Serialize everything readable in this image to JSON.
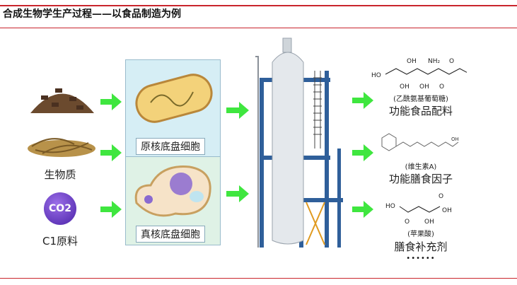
{
  "title": "合成生物学生产过程——以食品制造为例",
  "inputs": {
    "biomass": "生物质",
    "c1": "C1原料",
    "co2": "CO2"
  },
  "cells": {
    "prokaryote": "原核底盘细胞",
    "eukaryote": "真核底盘细胞"
  },
  "products": [
    {
      "compound": "(乙酰氨基葡萄糖)",
      "category": "功能食品配料"
    },
    {
      "compound": "(维生素A)",
      "category": "功能膳食因子"
    },
    {
      "compound": "(苹果酸)",
      "category": "膳食补充剂"
    }
  ],
  "ellipsis": "••••••",
  "colors": {
    "accent": "#c9252c",
    "arrow": "#3fe63f",
    "prok_bg": "#d6eef5",
    "euk_bg": "#dff2e6"
  }
}
